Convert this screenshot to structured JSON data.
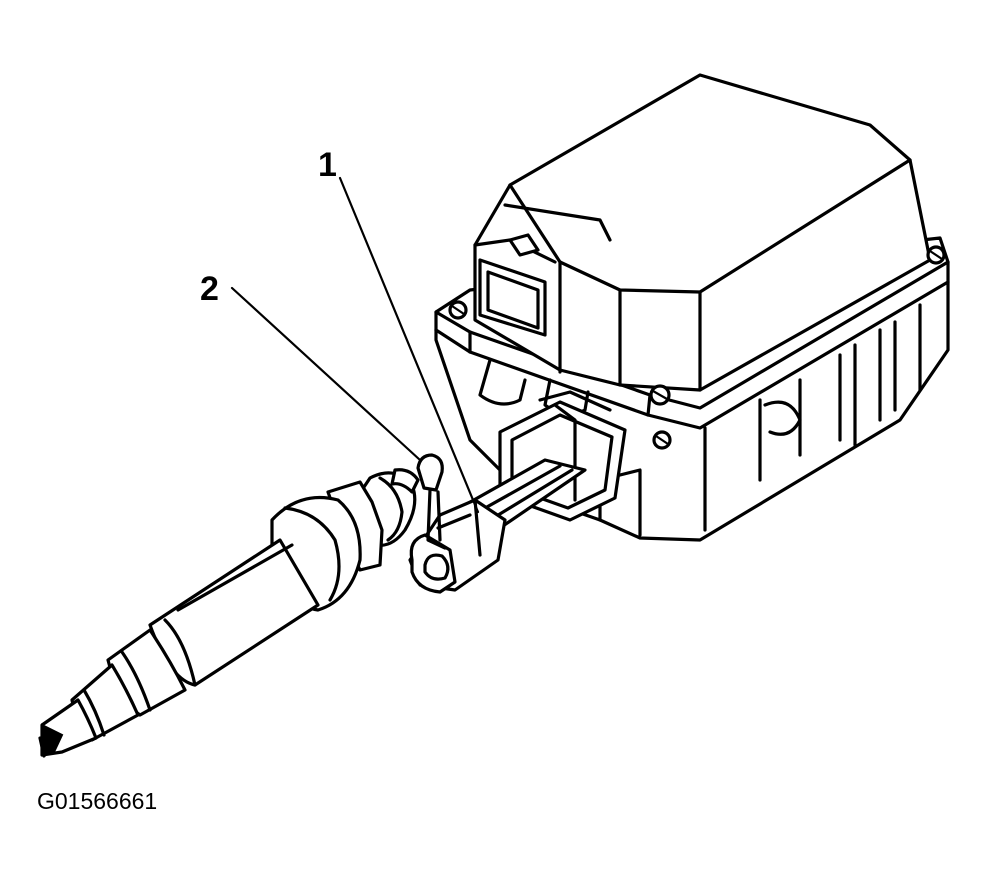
{
  "figure_id": "G01566661",
  "callouts": [
    {
      "label": "1"
    },
    {
      "label": "2"
    }
  ]
}
